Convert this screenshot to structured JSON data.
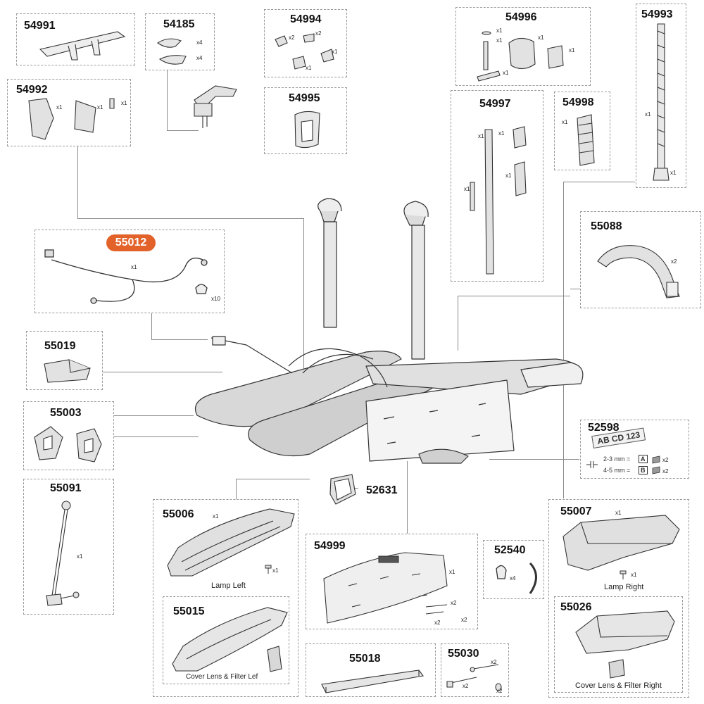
{
  "parts": {
    "p54991": {
      "number": "54991"
    },
    "p54185": {
      "number": "54185",
      "qty_a": "x4",
      "qty_b": "x4"
    },
    "p54994": {
      "number": "54994",
      "qty_a": "x2",
      "qty_b": "x2",
      "qty_c": "x1",
      "qty_d": "x1"
    },
    "p54996": {
      "number": "54996",
      "qty_a": "x1",
      "qty_b": "x1",
      "qty_c": "x1",
      "qty_d": "x1",
      "qty_e": "x1"
    },
    "p54993": {
      "number": "54993",
      "qty_a": "x1",
      "qty_b": "x1"
    },
    "p54992": {
      "number": "54992",
      "qty_a": "x1",
      "qty_b": "x1",
      "qty_c": "x1"
    },
    "p54995": {
      "number": "54995"
    },
    "p54997": {
      "number": "54997",
      "qty_a": "x1",
      "qty_b": "x1",
      "qty_c": "x1",
      "qty_d": "x1"
    },
    "p54998": {
      "number": "54998",
      "qty_a": "x1"
    },
    "p55012": {
      "number": "55012",
      "qty_a": "x1",
      "qty_b": "x10"
    },
    "p55088": {
      "number": "55088",
      "qty_a": "x2"
    },
    "p55019": {
      "number": "55019"
    },
    "p55003": {
      "number": "55003"
    },
    "p52598": {
      "number": "52598",
      "plate_text": "AB CD 123",
      "row1": "2-3 mm =",
      "row1_key": "A",
      "row1_qty": "x2",
      "row2": "4-5 mm =",
      "row2_key": "B",
      "row2_qty": "x2"
    },
    "p52631": {
      "number": "52631"
    },
    "p55091": {
      "number": "55091",
      "qty_a": "x1"
    },
    "p55006": {
      "number": "55006",
      "qty_a": "x1",
      "qty_b": "x1",
      "caption": "Lamp Left"
    },
    "p55015": {
      "number": "55015",
      "caption": "Cover Lens & Filter Lef"
    },
    "p54999": {
      "number": "54999",
      "qty_a": "x1",
      "qty_b": "x2",
      "qty_c": "x2",
      "qty_d": "x2"
    },
    "p52540": {
      "number": "52540",
      "qty_a": "x4"
    },
    "p55007": {
      "number": "55007",
      "qty_a": "x1",
      "qty_b": "x1",
      "caption": "Lamp Right"
    },
    "p55026": {
      "number": "55026",
      "caption": "Cover Lens & Filter Right"
    },
    "p55018": {
      "number": "55018"
    },
    "p55030": {
      "number": "55030",
      "qty_a": "x2",
      "qty_b": "x2",
      "qty_c": "x2"
    }
  },
  "colors": {
    "highlight": "#e2622a",
    "frame": "#9a9a9a",
    "line": "#333333"
  }
}
